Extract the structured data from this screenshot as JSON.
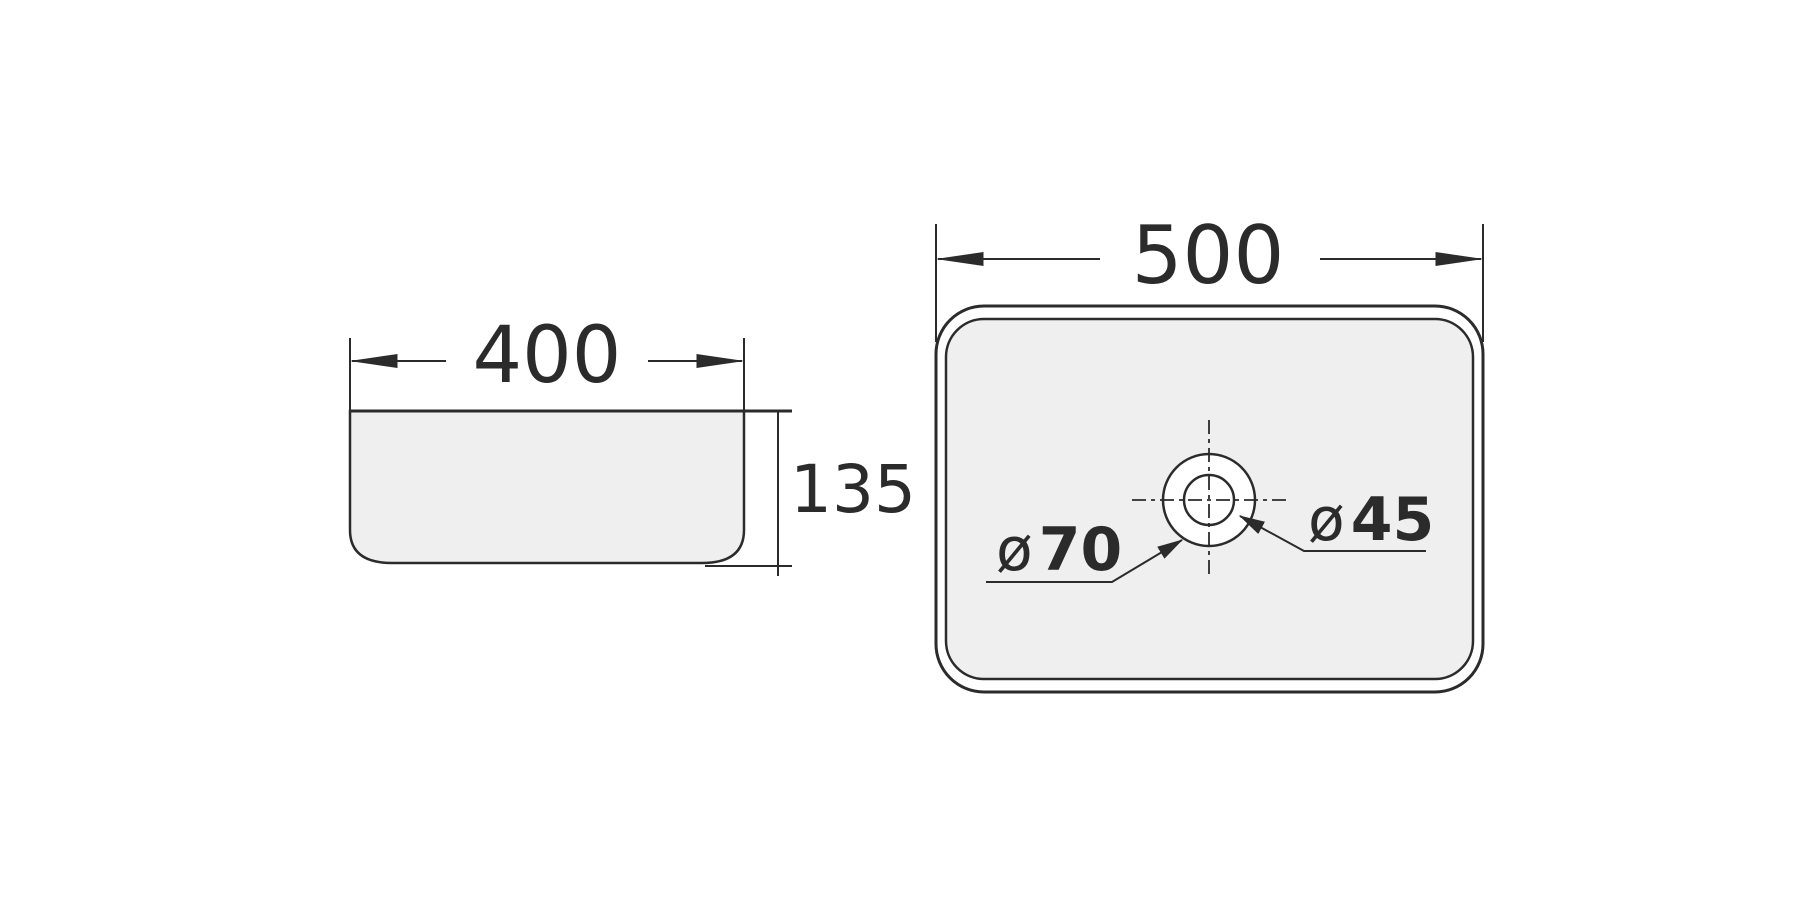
{
  "side_view": {
    "width_label": "400",
    "height_label": "135"
  },
  "top_view": {
    "width_label": "500",
    "outer_hole_symbol": "ø",
    "outer_hole_value": "70",
    "inner_hole_symbol": "ø",
    "inner_hole_value": "45"
  },
  "colors": {
    "line": "#2b2b2b",
    "basin_fill": "#efefef",
    "background": "#ffffff"
  }
}
